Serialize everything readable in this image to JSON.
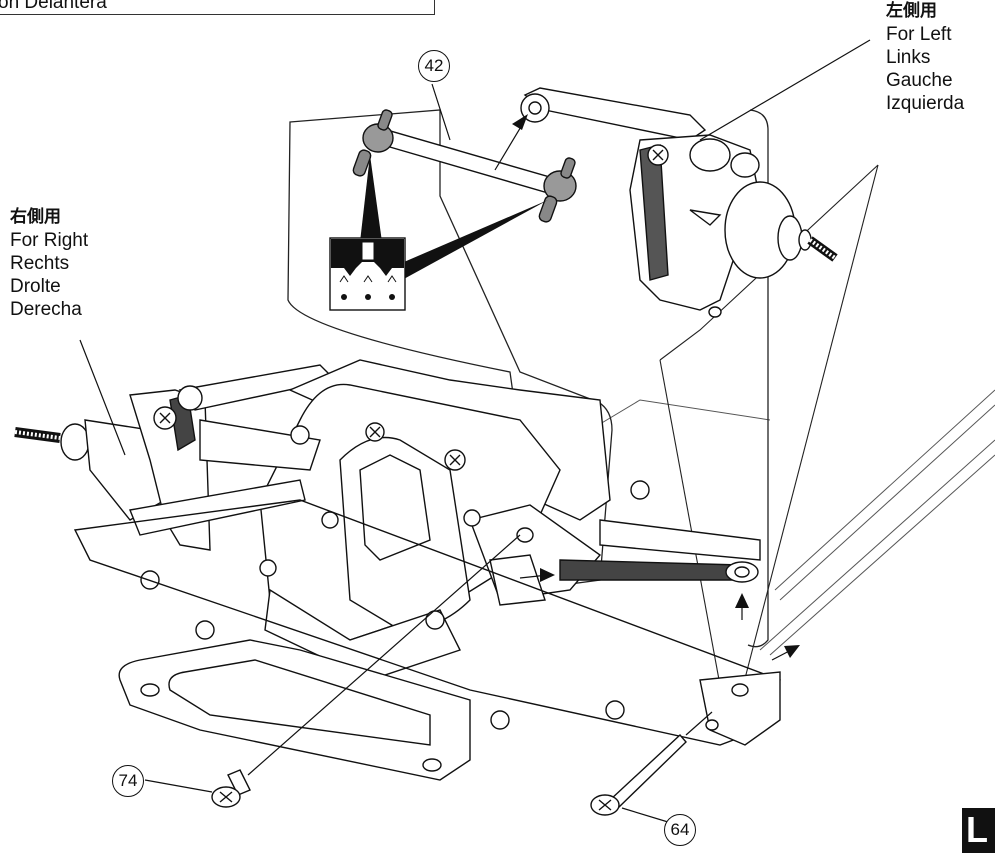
{
  "header": {
    "text": "on Delantera"
  },
  "labels": {
    "left_side": {
      "jp": "左側用",
      "en": "For Left",
      "de": "Links",
      "fr": "Gauche",
      "es": "Izquierda"
    },
    "right_side": {
      "jp": "右側用",
      "en": "For Right",
      "de": "Rechts",
      "fr": "Drolte",
      "es": "Derecha"
    }
  },
  "parts": {
    "p42": "42",
    "p74": "74",
    "p64": "64"
  },
  "corner": {
    "letter": "L"
  }
}
